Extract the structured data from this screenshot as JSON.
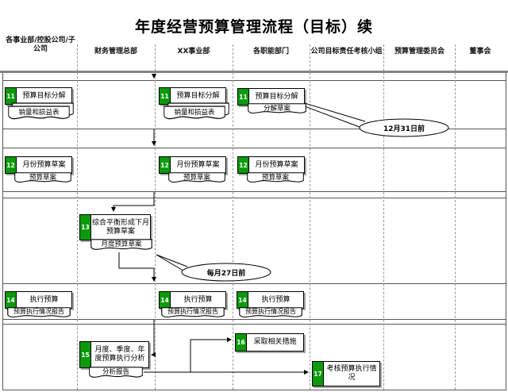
{
  "title": "年度经营预算管理流程（目标）续",
  "lanes": {
    "l1": "各事业部/控股公司/子公司",
    "l2": "财务管理总部",
    "l3": "XX事业部",
    "l4": "各职能部门",
    "l5": "公司目标责任考核小组",
    "l6": "预算管理委员会",
    "l7": "董事会"
  },
  "boxes": {
    "b11a": {
      "num": "11",
      "label": "预算目标分解",
      "doc": "销量和损益表"
    },
    "b11b": {
      "num": "11",
      "label": "预算目标分解",
      "doc": "销量和损益表"
    },
    "b11c": {
      "num": "11",
      "label": "预算目标分解",
      "doc": "分解草案"
    },
    "b12a": {
      "num": "12",
      "label": "月份预算草案",
      "doc": "预算草案"
    },
    "b12b": {
      "num": "12",
      "label": "月份预算草案",
      "doc": "预算草案"
    },
    "b12c": {
      "num": "12",
      "label": "月份预算草案",
      "doc": "预算草案"
    },
    "b13": {
      "num": "13",
      "label": "综合平衡形成下月预算草案",
      "doc": "月度预算草案"
    },
    "b14a": {
      "num": "14",
      "label": "执行预算",
      "doc": "预算执行情况报告"
    },
    "b14b": {
      "num": "14",
      "label": "执行预算",
      "doc": "预算执行情况报告"
    },
    "b14c": {
      "num": "14",
      "label": "执行预算",
      "doc": "预算执行情况报告"
    },
    "b15": {
      "num": "15",
      "label": "月度、季度、年度预算执行分析",
      "doc": "分析报告"
    },
    "b16": {
      "num": "16",
      "label": "采取相关措施"
    },
    "b17": {
      "num": "17",
      "label": "考核预算执行情况"
    }
  },
  "callouts": {
    "dec31": "12月31日前",
    "m27": "每月27日前"
  },
  "colors": {
    "step_green": "#0a9a0a",
    "rule_gray": "#848484",
    "line_dark": "#555555",
    "divider_gray": "#999999"
  }
}
